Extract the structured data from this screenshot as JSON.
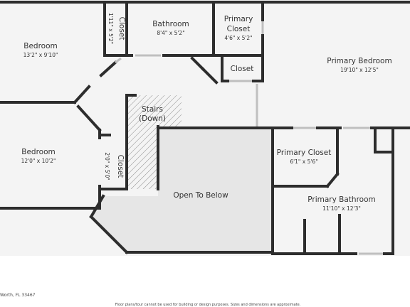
{
  "colors": {
    "background": "#ffffff",
    "room_fill": "#f4f4f4",
    "open_fill": "#e6e6e6",
    "wall": "#2d2d2d",
    "window": "#bfbfbf",
    "text": "#333333"
  },
  "rooms": {
    "bedroom_1": {
      "name": "Bedroom",
      "dims": "13'2\" x 9'10\""
    },
    "closet_a": {
      "name": "Closet",
      "dims": "1'11\" x 5'2\""
    },
    "bathroom": {
      "name": "Bathroom",
      "dims": "8'4\" x 5'2\""
    },
    "primary_closet_1": {
      "name_line1": "Primary",
      "name_line2": "Closet",
      "dims": "4'6\" x 5'2\""
    },
    "closet_b": {
      "name": "Closet"
    },
    "primary_bedroom": {
      "name": "Primary Bedroom",
      "dims": "19'10\" x 12'5\""
    },
    "stairs": {
      "name_line1": "Stairs",
      "name_line2": "(Down)"
    },
    "bedroom_2": {
      "name": "Bedroom",
      "dims": "12'0\" x 10'2\""
    },
    "closet_c": {
      "name": "Closet",
      "dims": "2'0\" x 5'0\""
    },
    "open_below": {
      "name": "Open To Below"
    },
    "primary_closet_2": {
      "name": "Primary Closet",
      "dims": "6'1\" x 5'6\""
    },
    "primary_bathroom": {
      "name": "Primary Bathroom",
      "dims": "11'10\" x 12'3\""
    }
  },
  "footer": {
    "address": "Worth, FL 33467",
    "disclaimer": "Floor plans/tour cannot be used for building or design purposes. Sizes and dimensions are approximate."
  }
}
